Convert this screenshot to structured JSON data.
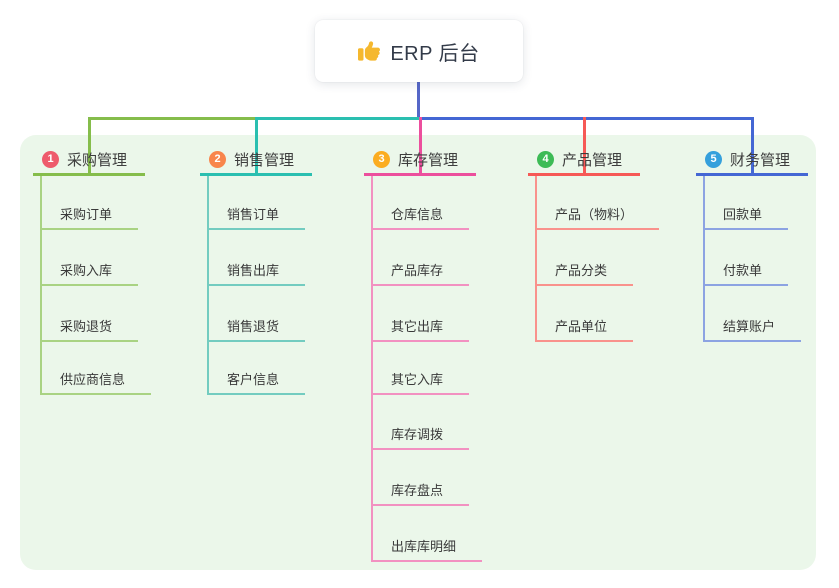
{
  "root": {
    "icon": "thumbs-up",
    "label": "ERP 后台"
  },
  "colors": {
    "canvas_bg": "#ffffff",
    "panel_bg": "#ebf7ea",
    "root_connector": "#5667c8",
    "root_text": "#333b49",
    "node_text": "#3a3a3a",
    "thumb_yellow": "#f5b82e"
  },
  "branches": [
    {
      "badge": "1",
      "label": "采购管理",
      "badge_color": "#ee5b6c",
      "line_color": "#85bd4b",
      "light_color": "#a9d383",
      "children": [
        "采购订单",
        "采购入库",
        "采购退货",
        "供应商信息"
      ]
    },
    {
      "badge": "2",
      "label": "销售管理",
      "badge_color": "#f8854b",
      "line_color": "#2abfb0",
      "light_color": "#73ccc0",
      "children": [
        "销售订单",
        "销售出库",
        "销售退货",
        "客户信息"
      ]
    },
    {
      "badge": "3",
      "label": "库存管理",
      "badge_color": "#fbad21",
      "line_color": "#ec4f9d",
      "light_color": "#f291c1",
      "children": [
        "仓库信息",
        "产品库存",
        "其它出库",
        "其它入库",
        "库存调拨",
        "库存盘点",
        "出库库明细"
      ]
    },
    {
      "badge": "4",
      "label": "产品管理",
      "badge_color": "#3dbb56",
      "line_color": "#f65956",
      "light_color": "#f9928c",
      "children": [
        "产品（物料）",
        "产品分类",
        "产品单位"
      ]
    },
    {
      "badge": "5",
      "label": "财务管理",
      "badge_color": "#35a0dc",
      "line_color": "#4467d4",
      "light_color": "#8ca3e2",
      "children": [
        "回款单",
        "付款单",
        "结算账户"
      ]
    }
  ]
}
